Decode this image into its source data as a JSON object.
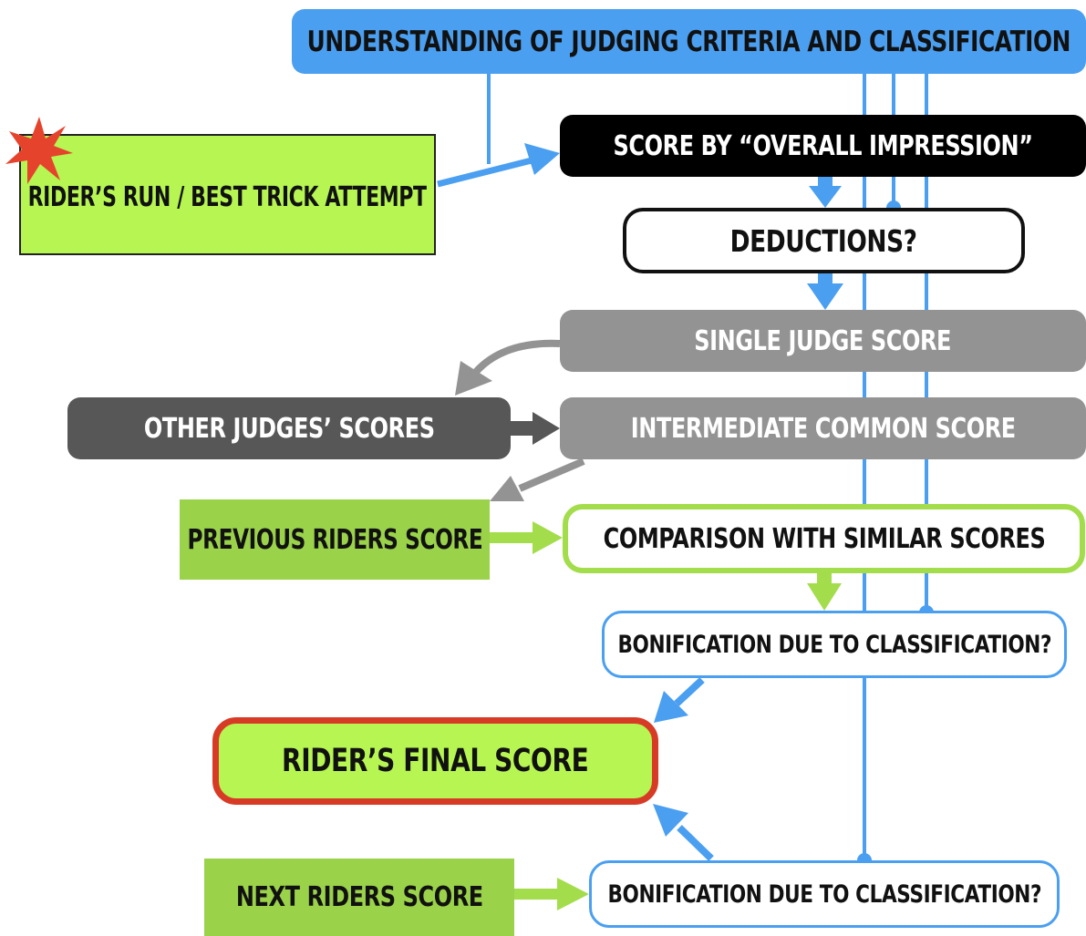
{
  "nodes": {
    "criteria": "UNDERSTANDING OF JUDGING CRITERIA AND CLASSIFICATION",
    "attempt": "RIDER’S RUN / BEST TRICK ATTEMPT",
    "impression": "SCORE BY “OVERALL IMPRESSION”",
    "deductions": "DEDUCTIONS?",
    "single_judge": "SINGLE JUDGE SCORE",
    "other_judges": "OTHER JUDGES’ SCORES",
    "intermediate": "INTERMEDIATE COMMON SCORE",
    "previous_riders": "PREVIOUS RIDERS SCORE",
    "comparison": "COMPARISON WITH SIMILAR SCORES",
    "bonification_1": "BONIFICATION DUE TO CLASSIFICATION?",
    "final_score": "RIDER’S FINAL SCORE",
    "next_riders": "NEXT RIDERS SCORE",
    "bonification_2": "BONIFICATION DUE TO CLASSIFICATION?"
  },
  "icons": {
    "start_marker": "red-star-burst-icon"
  },
  "colors": {
    "blue": "#4b9ff0",
    "black": "#000000",
    "light_gray": "#939393",
    "dark_gray": "#575757",
    "lime": "#b6f552",
    "green": "#9ad24a",
    "green_border": "#a3dd4b",
    "red": "#d73b26"
  }
}
